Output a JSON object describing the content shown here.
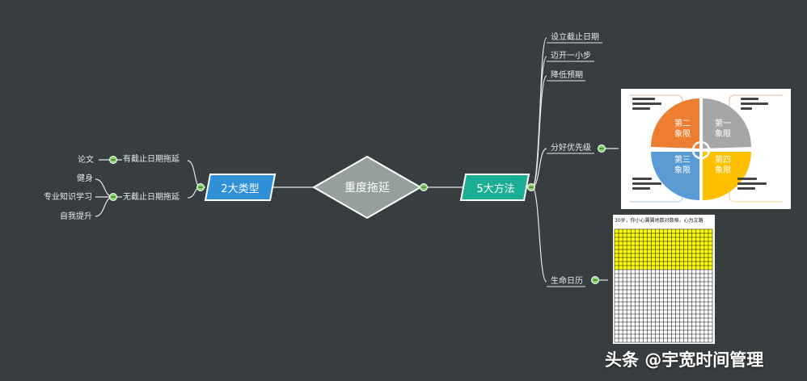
{
  "center": {
    "label": "重度拖延"
  },
  "left": {
    "node": "2大类型",
    "branches": [
      {
        "label": "有截止日期拖延",
        "children": [
          "论文"
        ]
      },
      {
        "label": "无截止日期拖延",
        "children": [
          "健身",
          "专业知识学习",
          "自我提升"
        ]
      }
    ]
  },
  "right": {
    "node": "5大方法",
    "items": [
      "设立截止日期",
      "迈开一小步",
      "降低预期",
      "分好优先级",
      "生命日历"
    ]
  },
  "quadrant_image": {
    "q1": "第一\n象限",
    "q2": "第二\n象限",
    "q3": "第三\n象限",
    "q4": "第四\n象限",
    "colors": {
      "q1": "#a6a6a6",
      "q2": "#ed7d31",
      "q3": "#5b9bd5",
      "q4": "#ffc000"
    }
  },
  "calendar_image": {
    "title": "30岁，你小心翼翼地数对数格，心为文路"
  },
  "watermark": "头条 @宇宽时间管理"
}
